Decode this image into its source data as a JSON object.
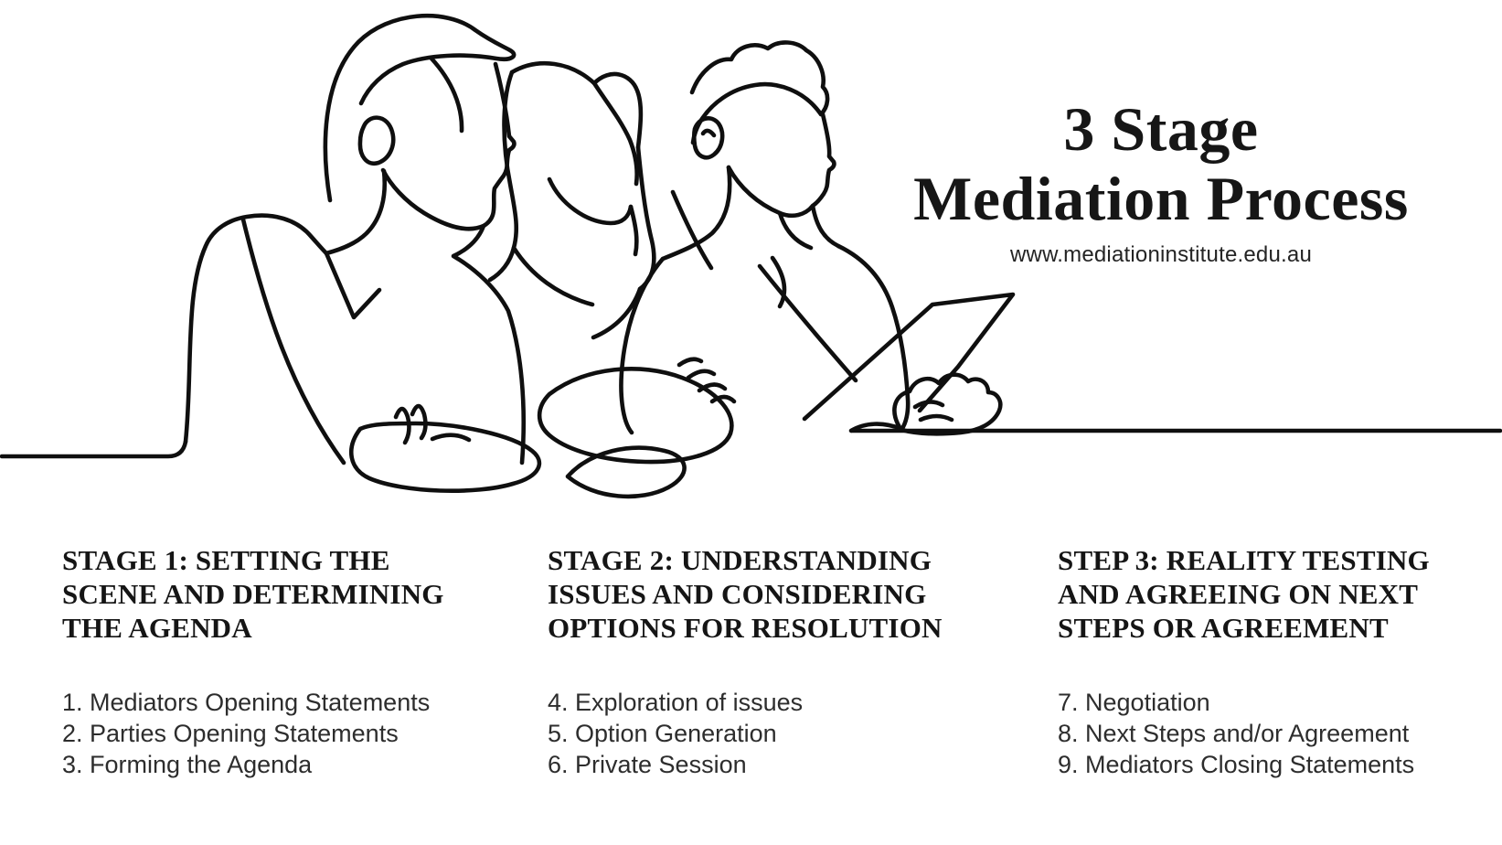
{
  "page": {
    "background_color": "#ffffff"
  },
  "brand": {
    "title_line1": "3 Stage",
    "title_line2": "Mediation Process",
    "website_url": "www.mediationinstitute.edu.au"
  },
  "illustration": {
    "name": "three-people-continuous-line-art",
    "description": "Single continuous line drawing of three faceless people seated side by side at a table; the right-hand person holds a sheet of paper",
    "stroke_color": "#0f0f0f"
  },
  "stages": [
    {
      "heading": "STAGE 1: SETTING THE SCENE AND DETERMINING THE AGENDA",
      "heading_lines": [
        "STAGE 1: SETTING THE",
        "SCENE AND DETERMINING",
        "THE AGENDA"
      ],
      "items": [
        "1. Mediators Opening Statements",
        "2. Parties Opening Statements",
        "3. Forming the Agenda"
      ]
    },
    {
      "heading": "STAGE 2: UNDERSTANDING ISSUES AND CONSIDERING OPTIONS FOR RESOLUTION",
      "heading_lines": [
        "STAGE 2: UNDERSTANDING",
        "ISSUES AND CONSIDERING",
        "OPTIONS FOR RESOLUTION"
      ],
      "items": [
        "4. Exploration of issues",
        "5. Option Generation",
        "6. Private Session"
      ]
    },
    {
      "heading": "STEP 3: REALITY TESTING AND AGREEING ON NEXT STEPS OR AGREEMENT",
      "heading_lines": [
        "STEP 3: REALITY TESTING",
        "AND AGREEING ON NEXT",
        "STEPS OR AGREEMENT"
      ],
      "items": [
        "7. Negotiation",
        "8. Next Steps and/or Agreement",
        "9. Mediators Closing Statements"
      ]
    }
  ]
}
